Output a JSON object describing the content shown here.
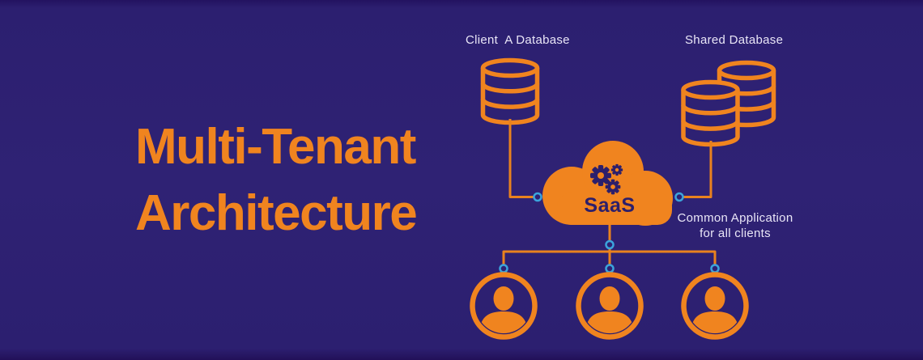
{
  "title": {
    "line1": "Multi-Tenant",
    "line2": "Architecture"
  },
  "diagram": {
    "labels": {
      "client_db": "Client  A Database",
      "shared_db": "Shared Database",
      "cloud": "SaaS",
      "common_app_line1": "Common Application",
      "common_app_line2": "for all clients"
    },
    "icons": {
      "client_database": "database-cylinder-icon",
      "shared_database": "double-database-cylinder-icon",
      "cloud": "cloud-icon",
      "gears": "gears-icon",
      "users": "user-avatar-icon",
      "connector": "connector-dot"
    }
  },
  "colors": {
    "background": "#2F2274",
    "accent_orange": "#F0841F",
    "connector_teal": "#3BA4DC",
    "label_text": "#E9E6F7",
    "cloud_text": "#2C1F6B"
  }
}
